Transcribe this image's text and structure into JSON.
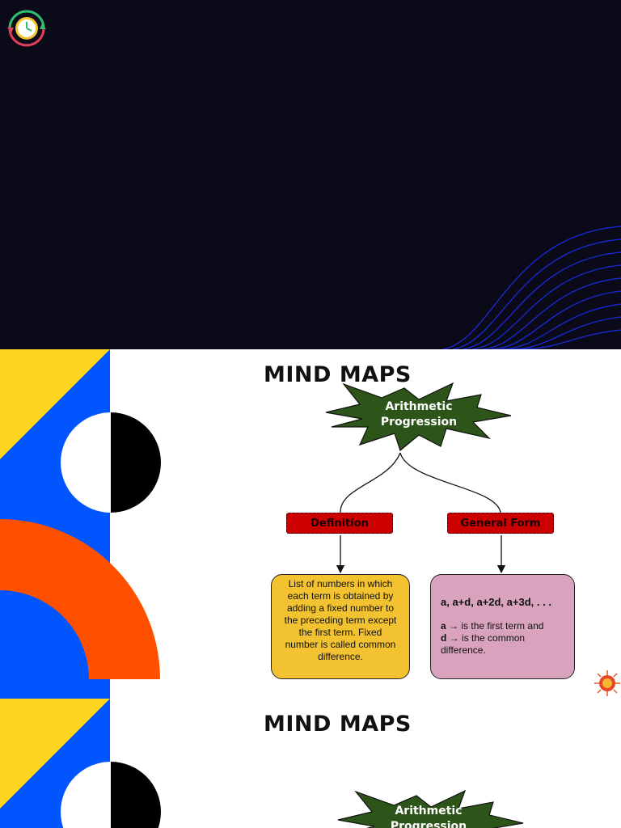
{
  "colors": {
    "dark_bg": "#0a0a19",
    "wave": "#1a2ad6",
    "yellow": "#ffd520",
    "blue": "#0055ff",
    "orange": "#ff5000",
    "burst_green": "#2d5519",
    "tag_red": "#cc0000",
    "def_yellow": "#f2c230",
    "gen_pink": "#d9a3be"
  },
  "slide1": {
    "logo_icon": "clock-cycle-logo-icon"
  },
  "mindmap1": {
    "title": "MIND MAPS",
    "center": {
      "line1": "Arithmetic",
      "line2": "Progression"
    },
    "branches": [
      {
        "label": "Definition"
      },
      {
        "label": "General Form"
      }
    ],
    "definition_text": "List of numbers in which each term is obtained by adding a fixed number to the preceding term except the first term. Fixed number is called common difference.",
    "general_form": {
      "formula": "a, a+d, a+2d, a+3d, . . .",
      "a_symbol": "a",
      "a_desc": "is the first term and",
      "d_symbol": "d",
      "d_desc": "is the common difference.",
      "arrow": "→"
    },
    "badge_icon": "sun-badge-icon"
  },
  "mindmap2": {
    "title": "MIND MAPS",
    "center": {
      "line1": "Arithmetic",
      "line2": "Progression"
    }
  }
}
